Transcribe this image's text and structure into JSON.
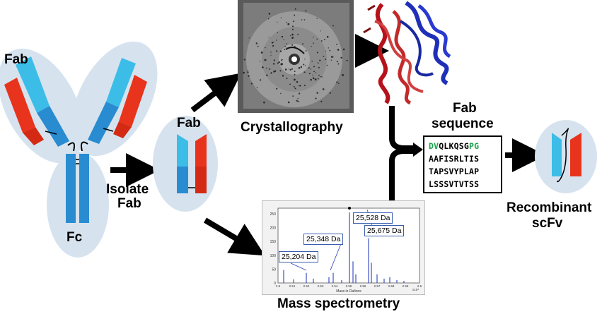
{
  "labels": {
    "fab_left": "Fab",
    "fc": "Fc",
    "isolate_fab": [
      "Isolate",
      "Fab"
    ],
    "fab_isolated": "Fab",
    "crystallography": "Crystallography",
    "mass_spectrometry": "Mass spectrometry",
    "fab_sequence": [
      "Fab",
      "sequence"
    ],
    "recombinant_scfv": [
      "Recombinant",
      "scFv"
    ]
  },
  "sequence": {
    "lines": [
      [
        {
          "text": "DV",
          "color": "green"
        },
        {
          "text": "QLKQSG",
          "color": "black"
        },
        {
          "text": "PG",
          "color": "green"
        }
      ],
      [
        {
          "text": "AAFISRLTIS",
          "color": "black"
        }
      ],
      [
        {
          "text": "TAPSVYPLAP",
          "color": "black"
        }
      ],
      [
        {
          "text": "LSSSVTVTSS",
          "color": "black"
        }
      ]
    ]
  },
  "mass_spec": {
    "peak_labels": [
      "25,204 Da",
      "25,348 Da",
      "25,528 Da",
      "25,675 Da"
    ],
    "y_ticks": [
      "250",
      "200",
      "150",
      "100",
      "50",
      "0"
    ],
    "x_ticks": [
      "2.5",
      "2.51",
      "2.52",
      "2.53",
      "2.54",
      "2.55",
      "2.56",
      "2.57",
      "2.58",
      "2.59",
      "2.6"
    ],
    "x_label": "Mass in Daltons",
    "x_exponent": "x10⁴"
  },
  "colors": {
    "light_blue": "#3cbde8",
    "blue": "#2a8cd0",
    "red": "#e8341c",
    "ellipse_bg": "#d6e3ef",
    "green_residue": "#1aa34a",
    "peak_blue": "#2b3fc0"
  }
}
